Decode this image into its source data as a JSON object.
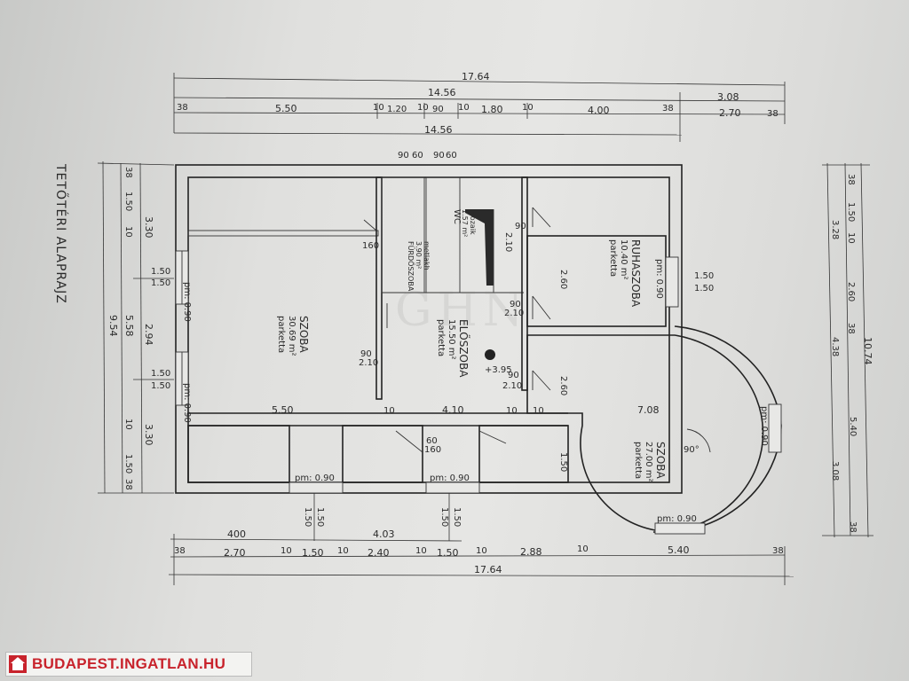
{
  "title": "TETŐTÉRI ALAPRAJZ",
  "watermark": "GHN",
  "logo": {
    "text": "BUDAPEST.INGATLAN.HU",
    "icon": "house-icon",
    "brand_color": "#c8232c"
  },
  "rooms": {
    "szoba1": {
      "name": "SZOBA",
      "area": "30.69 m²",
      "floor": "parketta"
    },
    "eloszoba": {
      "name": "ELŐSZOBA",
      "area": "15.50 m²",
      "floor": "parketta"
    },
    "ruhaszoba": {
      "name": "RUHASZOBA",
      "area": "10.40 m²",
      "floor": "parketta"
    },
    "szoba2": {
      "name": "SZOBA",
      "area": "27.00 m²",
      "floor": "parketta"
    },
    "wc": {
      "name": "WC",
      "area": "1.57 m²",
      "floor": "mozaik"
    },
    "furdo": {
      "name": "FÜRDŐSZOBA",
      "area": "3.90 m²",
      "floor": "metlakh"
    }
  },
  "top_dims": {
    "total1": "17.64",
    "total2": "14.56",
    "part308": "3.08",
    "row": [
      "38",
      "5.50",
      "10",
      "1.20",
      "10",
      "90",
      "10",
      "1.80",
      "10",
      "4.00",
      "38",
      "2.70",
      "38"
    ],
    "total3": "14.56",
    "small": [
      "90",
      "60",
      "90",
      "60"
    ]
  },
  "left_dims": {
    "outer": "9.54",
    "mid": [
      "3.30",
      "2.94",
      "3.30"
    ],
    "inner": [
      "38",
      "1.50",
      "10",
      "5.58",
      "10",
      "1.50",
      "38"
    ],
    "windows": [
      "1.50",
      "1.50",
      "1.50",
      "1.50"
    ],
    "pm1": "pm: 0.90",
    "pm2": "pm: 0.90"
  },
  "right_dims": {
    "outer": "10.74",
    "inner": [
      "38",
      "1.50",
      "10",
      "3.28",
      "2.60",
      "38",
      "4.38",
      "5.40",
      "3.08",
      "38"
    ],
    "win": [
      "1.50",
      "1.50"
    ]
  },
  "bottom_dims": {
    "row1": [
      "400",
      "4.03"
    ],
    "row2": [
      "38",
      "2.70",
      "10",
      "1.50",
      "10",
      "2.40",
      "10",
      "1.50",
      "10",
      "2.88",
      "10",
      "5.40",
      "38"
    ],
    "total": "17.64",
    "window_labels": [
      "1.50",
      "1.50",
      "1.50",
      "1.50"
    ]
  },
  "inner_labels": {
    "d550": "5.50",
    "d410": "4.10",
    "d708": "7.08",
    "d10a": "10",
    "d10b": "10",
    "d10c": "10",
    "d90_210": [
      "90",
      "2.10"
    ],
    "d260": "2.60",
    "d210": "2.10",
    "d150": "1.50",
    "ang": "90°",
    "d0_90": "pm: 0.90",
    "pm3": "pm: 0.90",
    "lvl": "+3.95",
    "d60": "60",
    "d160": "160",
    "d2_60": "2.60"
  }
}
